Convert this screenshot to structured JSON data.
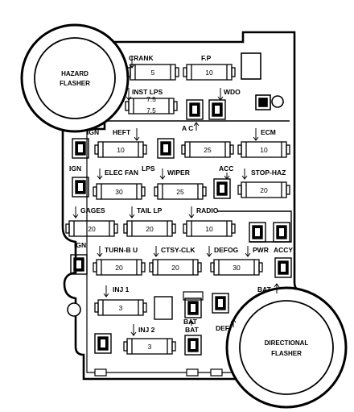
{
  "flashers": {
    "hazard_line1": "HAZARD",
    "hazard_line2": "FLASHER",
    "directional_line1": "DIRECTIONAL",
    "directional_line2": "FLASHER"
  },
  "fuses": {
    "crank": {
      "label": "CRANK",
      "rating": "5"
    },
    "fp": {
      "label": "F.P",
      "rating": "10"
    },
    "inst_lps": {
      "label": "INST LPS",
      "rating_a": "7.5",
      "rating_b": "7.5"
    },
    "wdo": {
      "label": "WDO"
    },
    "ac": {
      "label": "A C"
    },
    "ign1": {
      "label": "IGN"
    },
    "heft": {
      "label": "HEFT",
      "rating": "10"
    },
    "lps": {
      "label": "LPS"
    },
    "mid25": {
      "rating": "25"
    },
    "ecm": {
      "label": "ECM",
      "rating": "10"
    },
    "ign2": {
      "label": "IGN"
    },
    "elec_fan": {
      "label": "ELEC FAN",
      "rating": "30"
    },
    "wiper": {
      "label": "WIPER",
      "rating": "25"
    },
    "acc": {
      "label": "ACC"
    },
    "stop_haz": {
      "label": "STOP-HAZ",
      "rating": "20"
    },
    "gages": {
      "label": "GAGES",
      "rating": "20"
    },
    "tail_lp": {
      "label": "TAIL LP",
      "rating": "20"
    },
    "radio": {
      "label": "RADIO",
      "rating": "10"
    },
    "ign3": {
      "label": "IGN"
    },
    "turn_bu": {
      "label": "TURN-B U",
      "rating": "20"
    },
    "ctsy_clk": {
      "label": "CTSY-CLK",
      "rating": "20"
    },
    "defog": {
      "label": "DEFOG",
      "rating": "30"
    },
    "pwr": {
      "label": "PWR"
    },
    "accy": {
      "label": "ACCY"
    },
    "bat1": {
      "label": "BAT"
    },
    "inj1": {
      "label": "INJ 1",
      "rating": "3"
    },
    "bat2": {
      "label": "BAT"
    },
    "def": {
      "label": "DEF"
    },
    "inj2": {
      "label": "INJ 2",
      "rating": "3"
    },
    "bat3": {
      "label": "BAT"
    }
  }
}
